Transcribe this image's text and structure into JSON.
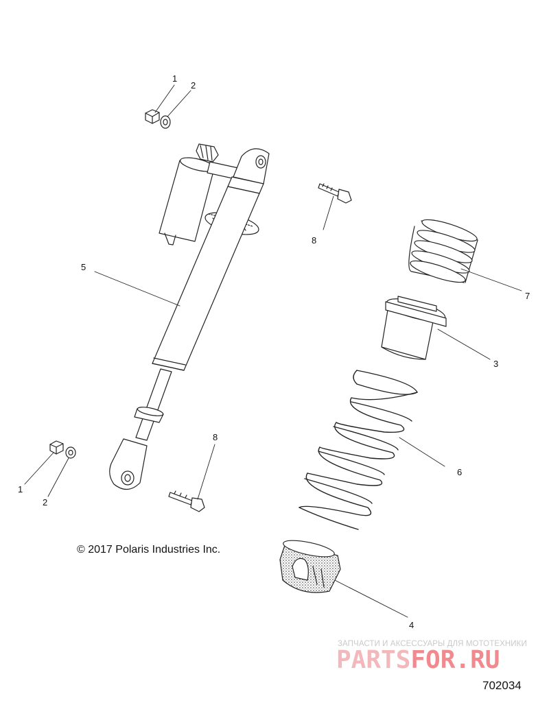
{
  "callouts": [
    {
      "id": "c1a",
      "text": "1"
    },
    {
      "id": "c2a",
      "text": "2"
    },
    {
      "id": "c8a",
      "text": "8"
    },
    {
      "id": "c7",
      "text": "7"
    },
    {
      "id": "c5",
      "text": "5"
    },
    {
      "id": "c3",
      "text": "3"
    },
    {
      "id": "c8b",
      "text": "8"
    },
    {
      "id": "c6",
      "text": "6"
    },
    {
      "id": "c1b",
      "text": "1"
    },
    {
      "id": "c2b",
      "text": "2"
    },
    {
      "id": "c4",
      "text": "4"
    }
  ],
  "copyright": "© 2017 Polaris Industries Inc.",
  "watermark": {
    "tagline": "ЗАПЧАСТИ И АКСЕССУАРЫ ДЛЯ МОТОТЕХНИКИ",
    "brand_part1": "PARTS",
    "brand_part2": "FOR.RU",
    "color_part1": "#f2b8bb",
    "color_part2": "#f08a8e"
  },
  "figure_number": "702034",
  "line_color": "#222222"
}
